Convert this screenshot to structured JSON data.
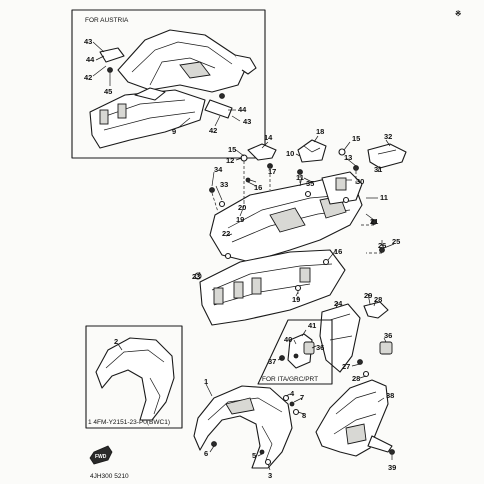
{
  "corner_mark": "※",
  "boxes": {
    "austria": {
      "label": "FOR AUSTRIA"
    },
    "ita": {
      "label": "FOR ITA/GRC/PRT"
    },
    "variant": {
      "label": "1 4FM-Y2151-23-P0(BWC1)"
    }
  },
  "front_mark": "FWD",
  "drawing_code": "4JH300 5210",
  "callouts": {
    "austria": [
      "43",
      "44",
      "42",
      "45",
      "9",
      "42",
      "44",
      "43"
    ],
    "main": [
      "15",
      "12",
      "14",
      "18",
      "10",
      "15",
      "13",
      "32",
      "17",
      "16",
      "11",
      "35",
      "30",
      "34",
      "33",
      "16",
      "31",
      "11",
      "20",
      "19",
      "21",
      "22",
      "26",
      "25",
      "23",
      "16",
      "19",
      "24",
      "29",
      "28"
    ],
    "ita": [
      "41",
      "40",
      "36",
      "37"
    ],
    "right": [
      "36",
      "27",
      "28",
      "38",
      "39"
    ],
    "front": [
      "2",
      "1",
      "4",
      "7",
      "8",
      "6",
      "5",
      "3"
    ]
  }
}
